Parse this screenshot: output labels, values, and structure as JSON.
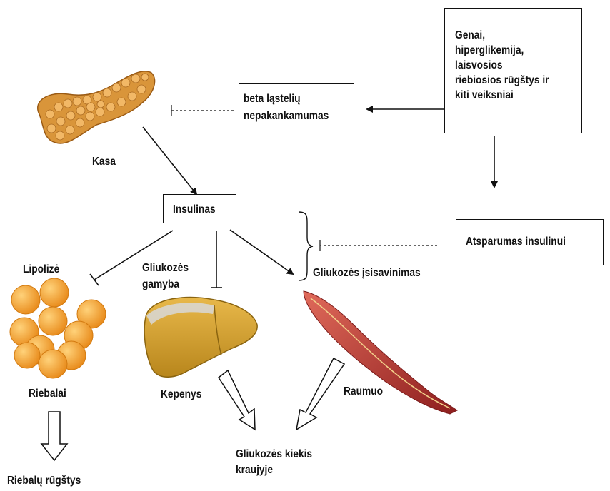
{
  "boxes": {
    "factors": "Genai,\nhiperglikemija,\nlaisvosios\nriebiosios rūgštys ir\nkiti veiksniai",
    "beta": "beta ląstelių\nnepakankamumas",
    "insulin": "Insulinas",
    "resistance": "Atsparumas insulinui"
  },
  "labels": {
    "pancreas": "Kasa",
    "lipolysis": "Lipolizė",
    "glucose_production": "Gliukozės\ngamyba",
    "glucose_uptake": "Gliukozės įsisavinimas",
    "fat": "Riebalai",
    "liver": "Kepenys",
    "muscle": "Raumuo",
    "blood_glucose": "Gliukozės kiekis\nkraujyje",
    "fatty_acids": "Riebalų rūgštys"
  },
  "colors": {
    "pancreas": "#d9953a",
    "fat": "#f4a93a",
    "liver": "#d6a22d",
    "muscle": "#b8322e"
  }
}
